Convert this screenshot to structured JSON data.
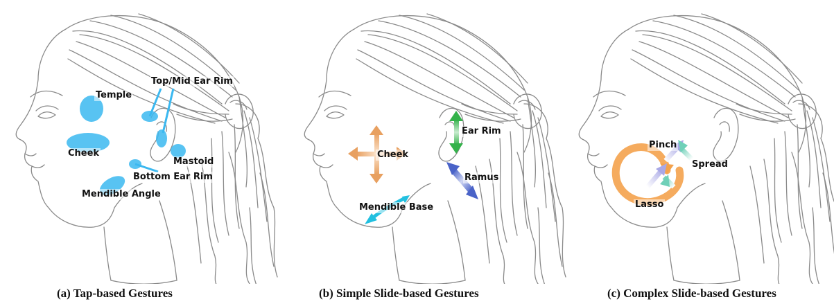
{
  "panels": [
    {
      "caption": "(a) Tap-based Gestures",
      "labels": {
        "temple": "Temple",
        "top_mid_ear_rim": "Top/Mid Ear Rim",
        "cheek": "Cheek",
        "mastoid": "Mastoid",
        "bottom_ear_rim": "Bottom Ear Rim",
        "mendible_angle": "Mendible Angle"
      }
    },
    {
      "caption": "(b) Simple Slide-based Gestures",
      "labels": {
        "ear_rim": "Ear Rim",
        "cheek": "Cheek",
        "ramus": "Ramus",
        "mendible_base": "Mendible Base"
      }
    },
    {
      "caption": "(c) Complex Slide-based Gestures",
      "labels": {
        "pinch": "Pinch",
        "spread": "Spread",
        "lasso": "Lasso"
      }
    }
  ],
  "colors": {
    "sketch": "#8a8a8a",
    "tap": "#3bb8f0",
    "cheek_arrows": "#e8a060",
    "ear_rim_arrow": "#33b24a",
    "ramus_arrow": "#4a63c8",
    "base_arrow": "#22c0e0",
    "lasso": "#f4a24c",
    "pinch": "#a9a8e6",
    "spread": "#6fd0b8"
  }
}
